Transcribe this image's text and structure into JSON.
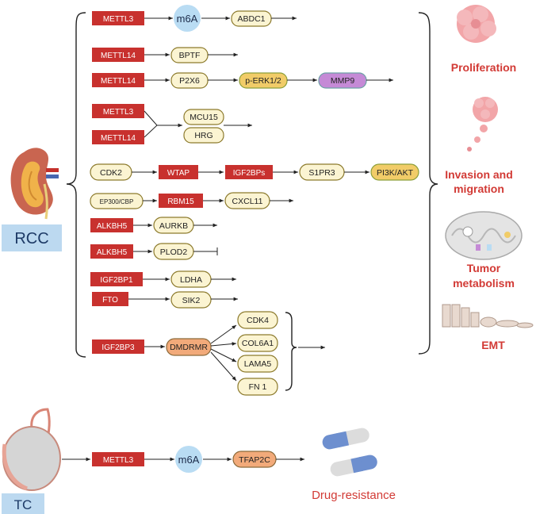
{
  "rcc_label": "RCC",
  "tc_label": "TC",
  "nodes": {
    "mettl3_a": "METTL3",
    "m6a_a": "m6A",
    "abdc1": "ABDC1",
    "mettl14_a": "METTL14",
    "bptf": "BPTF",
    "mettl14_b": "METTL14",
    "p2x6": "P2X6",
    "perk": "p-ERK1/2",
    "mmp9": "MMP9",
    "mettl3_b": "METTL3",
    "mettl14_c": "METTL14",
    "mcu15": "MCU15",
    "hrg": "HRG",
    "cdk2": "CDK2",
    "wtap": "WTAP",
    "igf2bps": "IGF2BPs",
    "s1pr3": "S1PR3",
    "pi3k": "PI3K/AKT",
    "ep300": "EP300/CBP",
    "rbm15": "RBM15",
    "cxcl11": "CXCL11",
    "alkbh5_a": "ALKBH5",
    "aurkb": "AURKB",
    "alkbh5_b": "ALKBH5",
    "plod2": "PLOD2",
    "igf2bp1": "IGF2BP1",
    "ldha": "LDHA",
    "fto": "FTO",
    "sik2": "SIK2",
    "igf2bp3": "IGF2BP3",
    "dmdrmr": "DMDRMR",
    "cdk4": "CDK4",
    "col6a1": "COL6A1",
    "lama5": "LAMA5",
    "fn1": "FN 1",
    "tc_mettl3": "METTL3",
    "tc_m6a": "m6A",
    "tfap2c": "TFAP2C"
  },
  "outcomes": {
    "proliferation": "Proliferation",
    "invasion_line1": "Invasion and",
    "invasion_line2": "migration",
    "metabolism_line1": "Tumor",
    "metabolism_line2": "metabolism",
    "emt": "EMT",
    "drug_resistance": "Drug-resistance"
  },
  "colors": {
    "red_box": "#c8312e",
    "pill_fill": "#fbf4d2",
    "m6a_circle": "#b9dcf3",
    "perk_fill": "#f1cc68",
    "mmp9_fill": "#c58ad6",
    "dmdrmr_fill": "#f2aa7a",
    "outcome_text": "#d23a35",
    "label_box": "#bcd9f0"
  }
}
